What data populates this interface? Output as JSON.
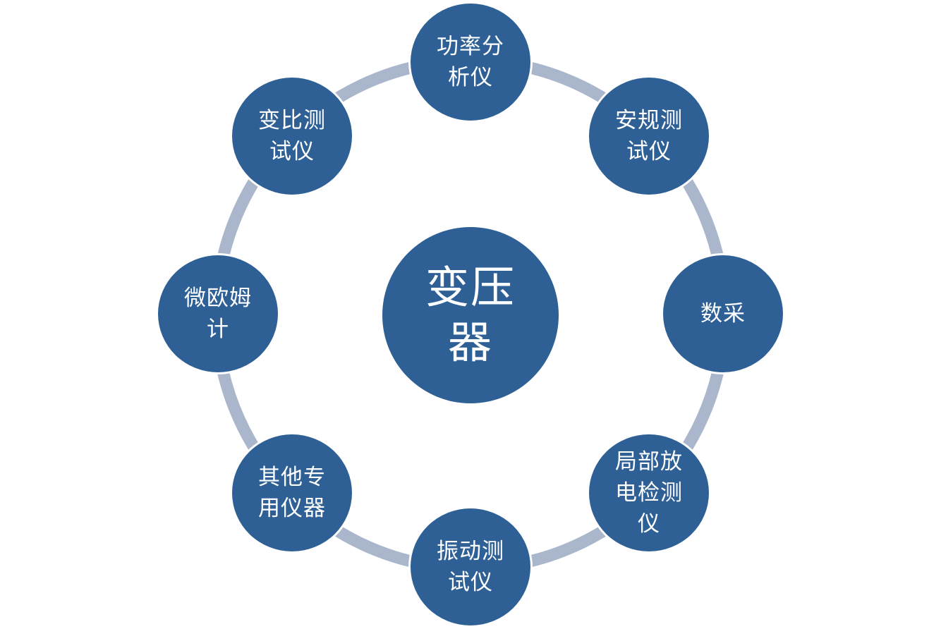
{
  "diagram": {
    "center_label": "变压\n器",
    "nodes": [
      {
        "label": "功率分\n析仪"
      },
      {
        "label": "安规测\n试仪"
      },
      {
        "label": "数采"
      },
      {
        "label": "局部放\n电检测\n仪"
      },
      {
        "label": "振动测\n试仪"
      },
      {
        "label": "其他专\n用仪器"
      },
      {
        "label": "微欧姆\n计"
      },
      {
        "label": "变比测\n试仪"
      }
    ],
    "colors": {
      "node_fill": "#2e6096",
      "ring": "#a9b6cb",
      "text": "#ffffff"
    }
  }
}
